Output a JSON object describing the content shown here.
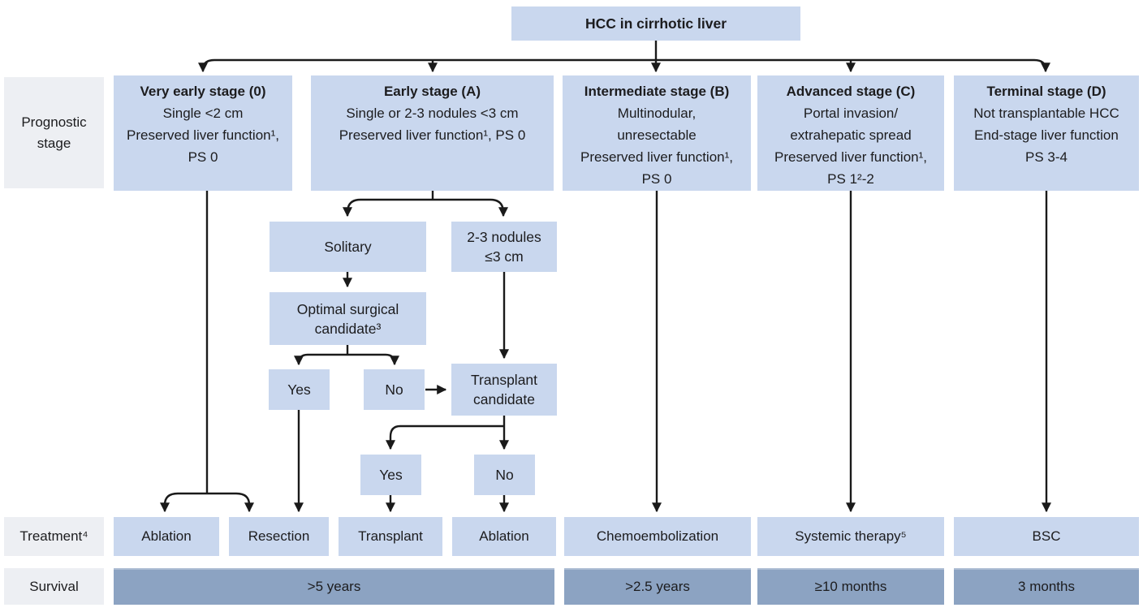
{
  "title": "HCC in cirrhotic liver",
  "row_labels": {
    "prognostic_lines": [
      "Prognostic",
      "stage"
    ],
    "treatment": "Treatment⁴",
    "survival": "Survival"
  },
  "stages": [
    {
      "title": "Very early stage (0)",
      "lines": [
        "Single <2 cm",
        "Preserved liver function¹,",
        "PS 0"
      ]
    },
    {
      "title": "Early stage (A)",
      "lines": [
        "Single or 2-3 nodules <3 cm",
        "Preserved liver function¹, PS 0"
      ]
    },
    {
      "title": "Intermediate stage (B)",
      "lines": [
        "Multinodular,",
        "unresectable",
        "Preserved liver function¹,",
        "PS 0"
      ]
    },
    {
      "title": "Advanced stage (C)",
      "lines": [
        "Portal invasion/",
        "extrahepatic spread",
        "Preserved liver function¹,",
        "PS 1²-2"
      ]
    },
    {
      "title": "Terminal stage (D)",
      "lines": [
        "Not transplantable HCC",
        "End-stage liver function",
        "PS 3-4"
      ]
    }
  ],
  "decision_nodes": {
    "solitary": {
      "lines": [
        "Solitary"
      ]
    },
    "nodules_small": {
      "lines": [
        "2-3 nodules",
        "≤3 cm"
      ]
    },
    "optimal_surgical_candidate": {
      "lines": [
        "Optimal surgical",
        "candidate³"
      ]
    },
    "surgical_yes": {
      "lines": [
        "Yes"
      ]
    },
    "surgical_no": {
      "lines": [
        "No"
      ]
    },
    "transplant_candidate": {
      "lines": [
        "Transplant",
        "candidate"
      ]
    },
    "transplant_yes": {
      "lines": [
        "Yes"
      ]
    },
    "transplant_no": {
      "lines": [
        "No"
      ]
    }
  },
  "treatments": [
    "Ablation",
    "Resection",
    "Transplant",
    "Ablation",
    "Chemoembolization",
    "Systemic therapy⁵",
    "BSC"
  ],
  "survival": [
    ">5 years",
    ">2.5 years",
    "≥10 months",
    "3 months"
  ],
  "colors": {
    "box_blue": "#c9d7ee",
    "survival_blue": "#8ca3c2",
    "label_gray": "#edeff3",
    "connector": "#1a1a1a"
  }
}
